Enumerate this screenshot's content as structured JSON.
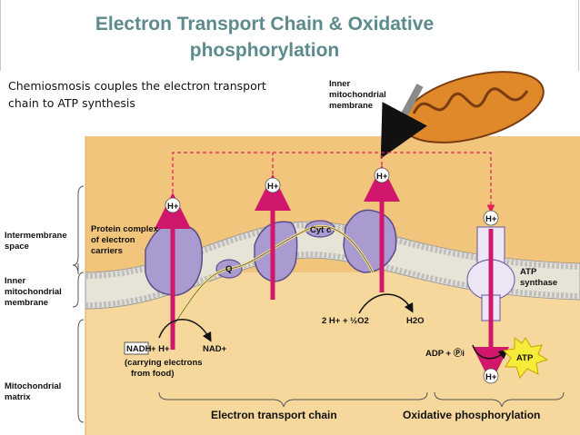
{
  "title_line1": "Electron Transport Chain & Oxidative",
  "title_line2": "phosphorylation",
  "subtitle_line1": "Chemiosmosis couples the electron transport",
  "subtitle_line2": "chain to ATP synthesis",
  "labels": {
    "inner_membrane_top_1": "Inner",
    "inner_membrane_top_2": "mitochondrial",
    "inner_membrane_top_3": "membrane",
    "intermembrane_1": "Intermembrane",
    "intermembrane_2": "space",
    "inner_membrane_side_1": "Inner",
    "inner_membrane_side_2": "mitochondrial",
    "inner_membrane_side_3": "membrane",
    "matrix_1": "Mitochondrial",
    "matrix_2": "matrix",
    "protein_complex_1": "Protein complex",
    "protein_complex_2": "of electron",
    "protein_complex_3": "carriers",
    "q": "Q",
    "cyt_c": "Cyt c",
    "h_plus": "H+",
    "nadh": "NADH",
    "plus_h": "+ H+",
    "nad_plus": "NAD+",
    "carrying_1": "(carrying electrons",
    "carrying_2": "from food)",
    "two_h": "2 H+ + ½O2",
    "h2o": "H2O",
    "atp_synthase_1": "ATP",
    "atp_synthase_2": "synthase",
    "adp": "ADP + Ⓟi",
    "atp": "ATP",
    "etc": "Electron transport chain",
    "oxphos": "Oxidative phosphorylation"
  },
  "colors": {
    "title": "#5d8a8c",
    "intermembrane": "#f2c57c",
    "matrix": "#f6d79c",
    "protein": "#a99bd0",
    "h_arrow": "#d1176b",
    "dashed_arrow": "#e0245e",
    "mitochondrion": "#e0892a"
  }
}
